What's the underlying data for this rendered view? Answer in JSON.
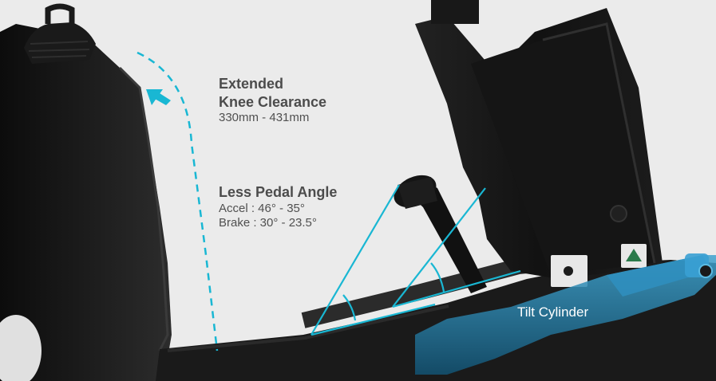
{
  "knee_clearance": {
    "title_line1": "Extended",
    "title_line2": "Knee Clearance",
    "range": "330mm - 431mm"
  },
  "pedal_angle": {
    "title": "Less Pedal Angle",
    "accel": "Accel : 46° - 35°",
    "brake": "Brake : 30° - 23.5°"
  },
  "tilt_cylinder": {
    "label": "Tilt Cylinder"
  },
  "colors": {
    "accent": "#19b7d3",
    "background": "#ebebeb",
    "machine_dark": "#161616",
    "cylinder_overlay": "#1e6f93"
  },
  "icons": {
    "arrow": "arrow-pointing-left-icon"
  }
}
